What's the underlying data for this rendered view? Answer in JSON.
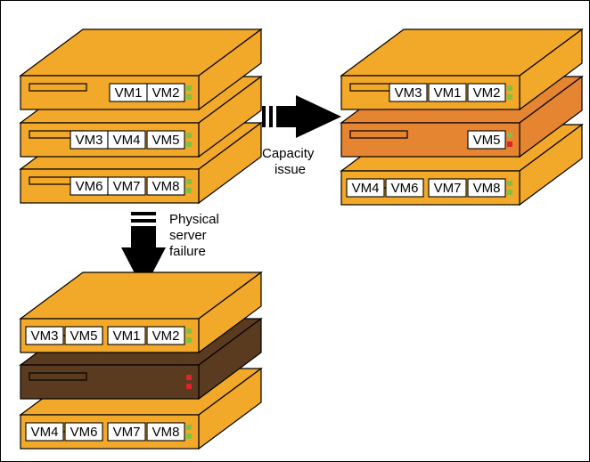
{
  "colors": {
    "server_normal": "#f2a829",
    "server_overloaded": "#e58431",
    "server_failed": "#5b3b1f",
    "led_green": "#7ec242",
    "led_red": "#e0232b",
    "outline": "#000000"
  },
  "stacks": [
    {
      "id": "original",
      "servers": [
        {
          "id": "orig-top",
          "state": "normal",
          "vms": [
            "VM1",
            "VM2"
          ],
          "leds": [
            "green",
            "green"
          ]
        },
        {
          "id": "orig-mid",
          "state": "normal",
          "vms": [
            "VM3",
            "VM4",
            "VM5"
          ],
          "leds": [
            "green",
            "green"
          ]
        },
        {
          "id": "orig-bottom",
          "state": "normal",
          "vms": [
            "VM6",
            "VM7",
            "VM8"
          ],
          "leds": [
            "green",
            "green"
          ]
        }
      ]
    },
    {
      "id": "capacity",
      "servers": [
        {
          "id": "cap-top",
          "state": "normal",
          "vms": [
            "VM3",
            "VM1",
            "VM2"
          ],
          "leds": [
            "green",
            "green"
          ]
        },
        {
          "id": "cap-mid",
          "state": "overloaded",
          "vms": [
            "VM5"
          ],
          "leds": [
            "green",
            "red"
          ]
        },
        {
          "id": "cap-bottom",
          "state": "normal",
          "vms": [
            "VM4",
            "VM6",
            "VM7",
            "VM8"
          ],
          "leds": [
            "green",
            "green"
          ]
        }
      ]
    },
    {
      "id": "failure",
      "servers": [
        {
          "id": "fail-top",
          "state": "normal",
          "vms": [
            "VM3",
            "VM5",
            "VM1",
            "VM2"
          ],
          "leds": [
            "green",
            "green"
          ]
        },
        {
          "id": "fail-mid",
          "state": "failed",
          "vms": [],
          "leds": [
            "red",
            "red"
          ]
        },
        {
          "id": "fail-bottom",
          "state": "normal",
          "vms": [
            "VM4",
            "VM6",
            "VM7",
            "VM8"
          ],
          "leds": [
            "green",
            "green"
          ]
        }
      ]
    }
  ],
  "arrows": {
    "capacity": {
      "lines": [
        "Capacity",
        "issue"
      ]
    },
    "failure": {
      "lines": [
        "Physical",
        "server",
        "failure"
      ]
    }
  }
}
